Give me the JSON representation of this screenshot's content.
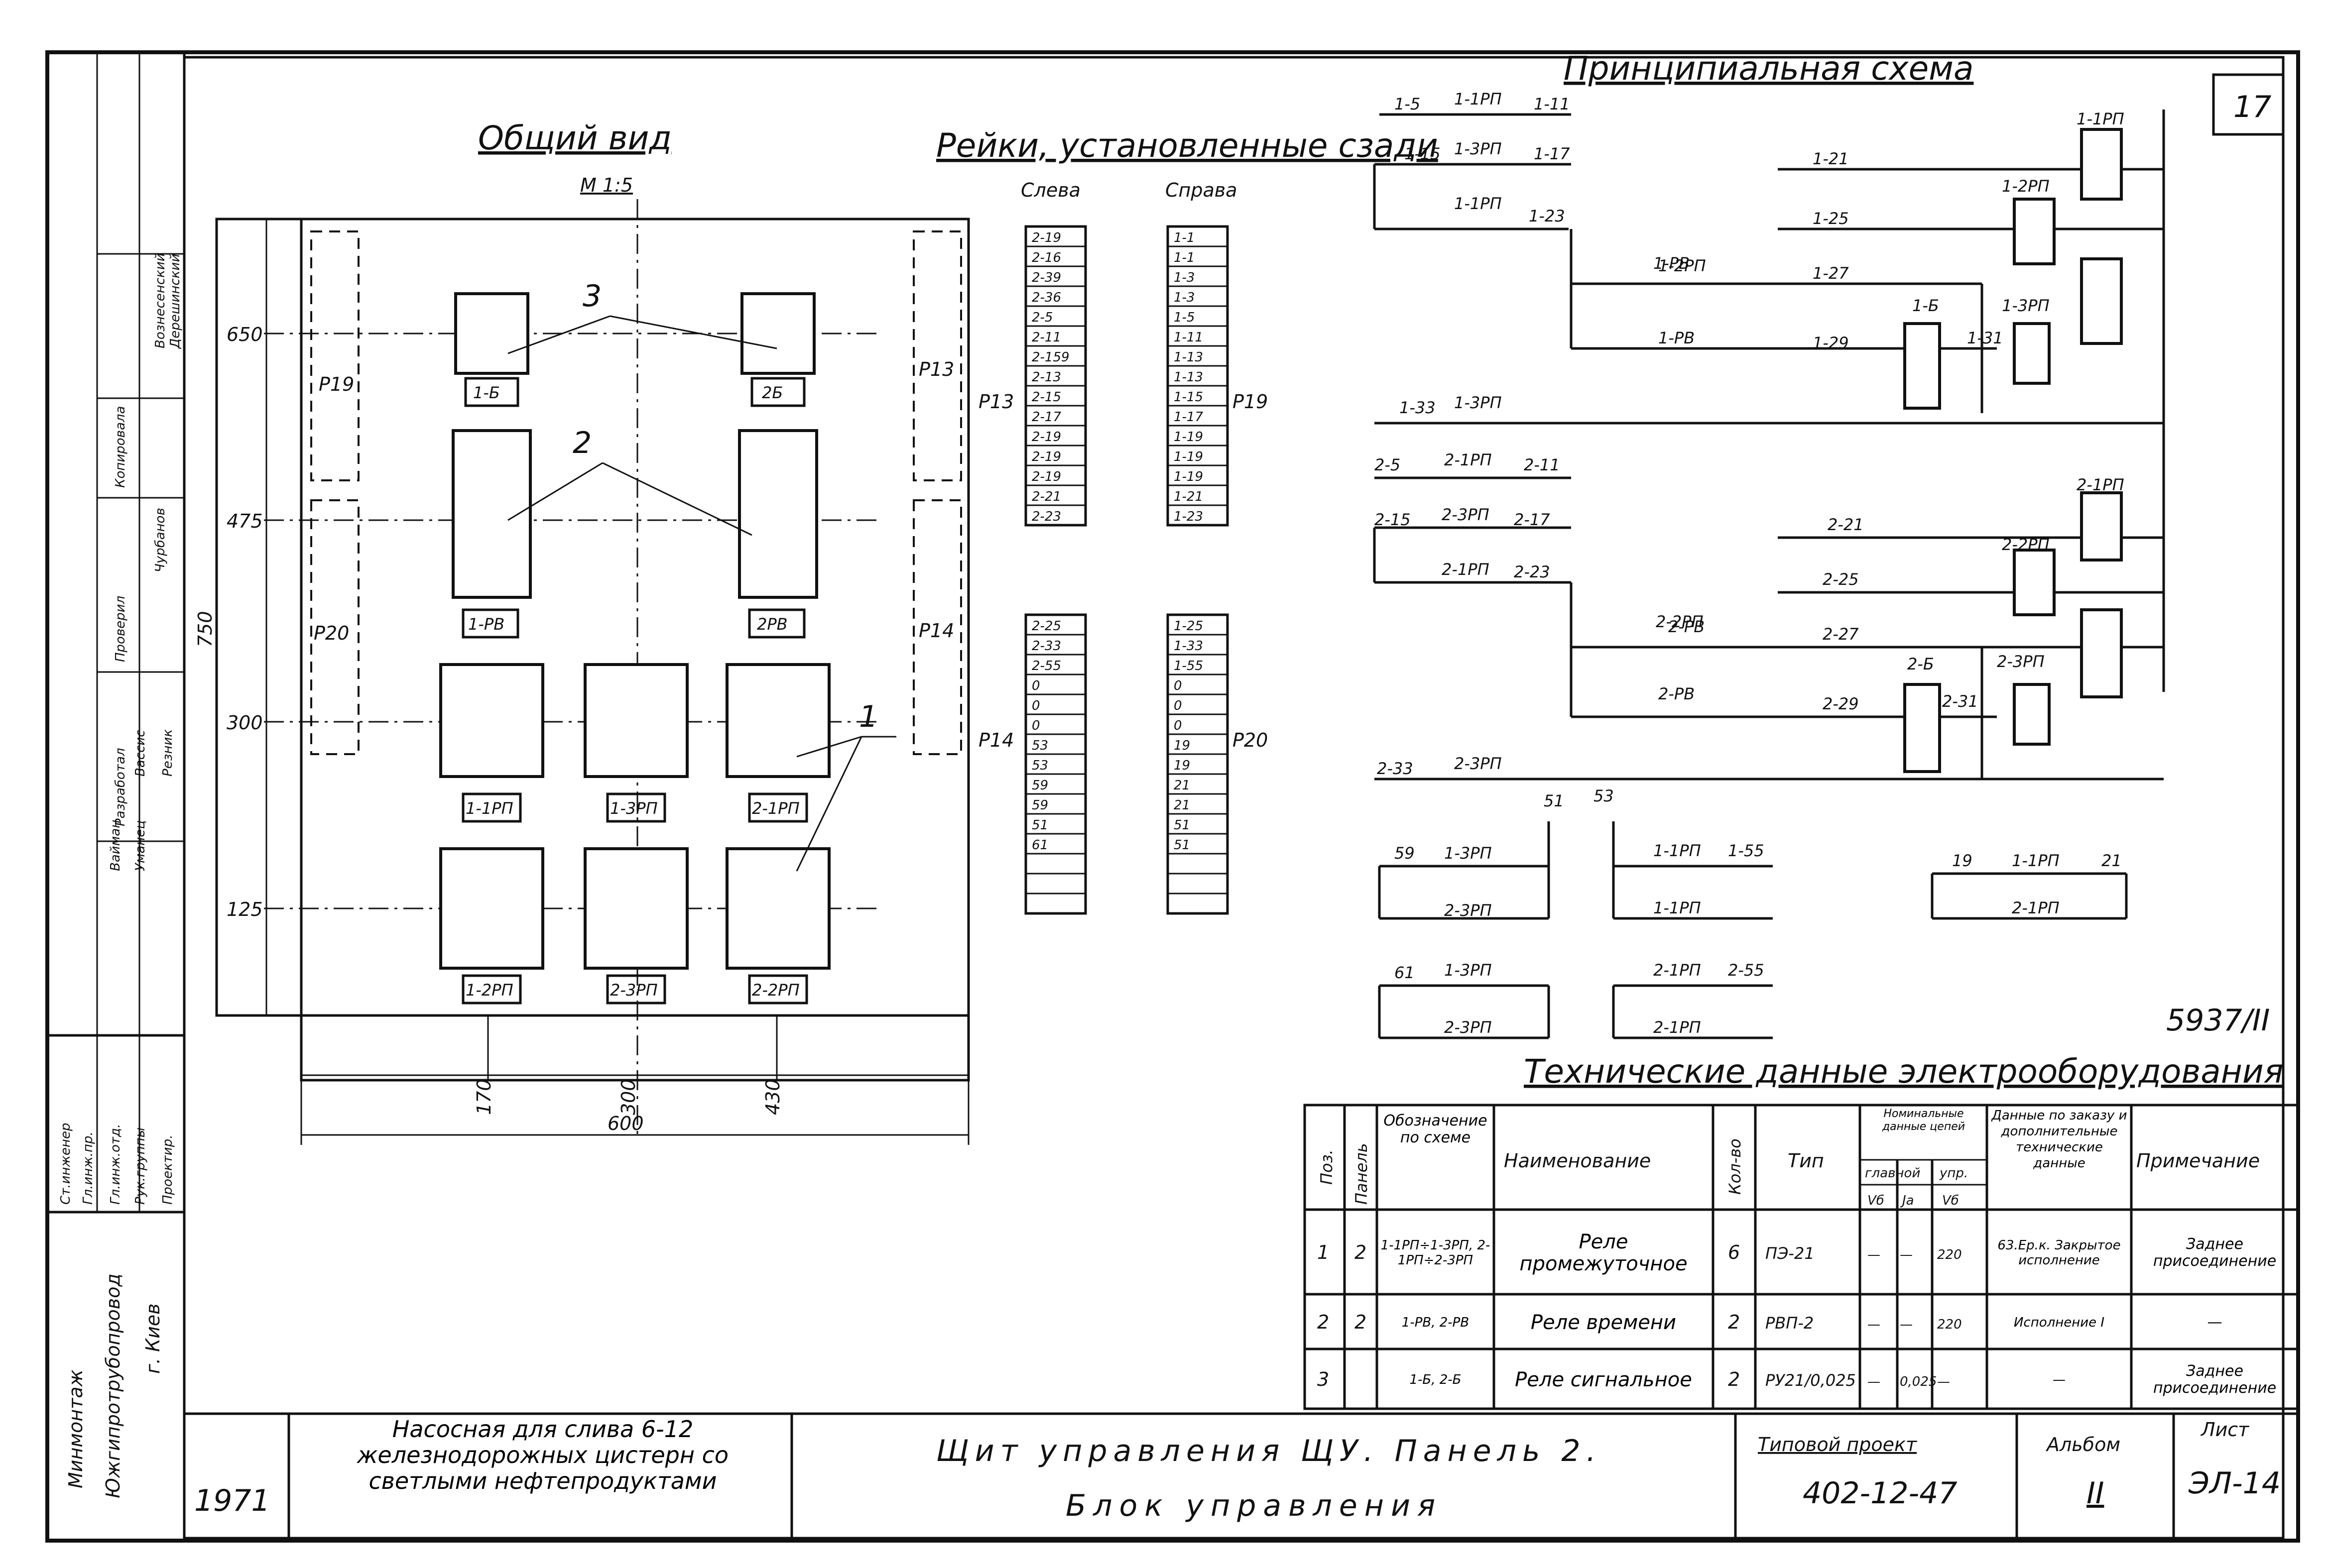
{
  "sheet_number": "17",
  "stamp": "5937/II",
  "general_view": {
    "title": "Общий вид",
    "scale": "М 1:5",
    "dims": {
      "h650": "650",
      "h475": "475",
      "h300": "300",
      "h125": "125",
      "h750": "750",
      "w170": "170",
      "w300": "300",
      "w430": "430",
      "w600": "600"
    },
    "callouts": [
      "1",
      "2",
      "3"
    ],
    "rails": {
      "p19": "Р19",
      "p20": "Р20",
      "p13": "Р13",
      "p14": "Р14"
    },
    "devices": [
      "1-Б",
      "2Б",
      "1-РВ",
      "2РВ",
      "1-1РП",
      "1-3РП",
      "2-1РП",
      "1-2РП",
      "2-3РП",
      "2-2РП"
    ]
  },
  "rails_view": {
    "title": "Рейки, установленные сзади",
    "left_label": "Слева",
    "right_label": "Справа",
    "p13": "Р13",
    "p19": "Р19",
    "p14": "Р14",
    "p20": "Р20",
    "left_top": [
      "2-19",
      "2-16",
      "2-39",
      "2-36",
      "2-5",
      "2-11",
      "2-159",
      "2-13",
      "2-15",
      "2-17",
      "2-19",
      "2-19",
      "2-19",
      "2-21",
      "2-23"
    ],
    "right_top": [
      "1-1",
      "1-1",
      "1-3",
      "1-3",
      "1-5",
      "1-11",
      "1-13",
      "1-13",
      "1-15",
      "1-17",
      "1-19",
      "1-19",
      "1-19",
      "1-21",
      "1-23"
    ],
    "left_bottom": [
      "2-25",
      "2-33",
      "2-55",
      "0",
      "0",
      "0",
      "53",
      "53",
      "59",
      "59",
      "51",
      "61",
      "",
      "",
      ""
    ],
    "right_bottom": [
      "1-25",
      "1-33",
      "1-55",
      "0",
      "0",
      "0",
      "19",
      "19",
      "21",
      "21",
      "51",
      "51",
      "",
      "",
      ""
    ]
  },
  "schematic": {
    "title": "Принципиальная схема",
    "labels": {
      "a": "1-5",
      "b": "1-1РП",
      "c": "1-11",
      "d": "1-15",
      "e": "1-3РП",
      "f": "1-17",
      "g": "1-1РП",
      "h": "1-23",
      "i": "1-21",
      "j": "1-1РП",
      "k": "1-25",
      "l": "1-2РП",
      "m": "1-РВ",
      "n": "1-2РП",
      "o": "1-27",
      "p": "1-Б",
      "q": "1-3РП",
      "r": "1-РВ",
      "s": "1-29",
      "t": "1-31",
      "u": "1-33",
      "v": "1-3РП",
      "w": "2-5",
      "x": "2-1РП",
      "y": "2-11",
      "z": "2-15",
      "aa": "2-3РП",
      "ab": "2-17",
      "ac": "2-1РП",
      "ad": "2-23",
      "ae": "2-21",
      "af": "2-1РП",
      "ag": "2-25",
      "ah": "2-2РП",
      "ai": "2-РВ",
      "aj": "2-2РП",
      "ak": "2-27",
      "al": "2-Б",
      "am": "2-3РП",
      "an": "2-РВ",
      "ao": "2-29",
      "ap": "2-31",
      "aq": "2-33",
      "ar": "2-3РП",
      "as": "59",
      "at": "1-3РП",
      "au": "51",
      "av": "53",
      "aw": "1-1РП",
      "ax": "1-55",
      "ay": "2-3РП",
      "az": "1-1РП",
      "ba": "19",
      "bb": "1-1РП",
      "bc": "21",
      "bd": "2-1РП",
      "be": "61",
      "bf": "1-3РП",
      "bg": "2-1РП",
      "bh": "2-55",
      "bi": "2-3РП",
      "bj": "2-1РП"
    }
  },
  "tech_table": {
    "title": "Технические данные электрооборудования",
    "headers": {
      "pos": "Поз.",
      "panel": "Панель",
      "designation": "Обозначение по схеме",
      "name": "Наименование",
      "qty": "Кол-во",
      "type": "Тип",
      "nominal": "Номинальные данные цепей",
      "main": "главной",
      "ctrl": "упр.",
      "vb": "Vб",
      "ja": "Jа",
      "vb2": "Vб",
      "order": "Данные по заказу и дополнительные технические данные",
      "note": "Примечание"
    },
    "rows": [
      {
        "pos": "1",
        "panel": "2",
        "designation": "1-1РП÷1-3РП, 2-1РП÷2-3РП",
        "name": "Реле промежуточное",
        "qty": "6",
        "type": "ПЭ-21",
        "v1": "—",
        "j1": "—",
        "v2": "220",
        "order": "63.Ep.к. Закрытое исполнение",
        "note": "Заднее присоединение"
      },
      {
        "pos": "2",
        "panel": "2",
        "designation": "1-РВ, 2-РВ",
        "name": "Реле времени",
        "qty": "2",
        "type": "РВП-2",
        "v1": "—",
        "j1": "—",
        "v2": "220",
        "order": "Исполнение I",
        "note": "—"
      },
      {
        "pos": "3",
        "panel": "",
        "designation": "1-Б, 2-Б",
        "name": "Реле сигнальное",
        "qty": "2",
        "type": "РУ21/0,025",
        "v1": "—",
        "j1": "0,025",
        "v2": "—",
        "order": "—",
        "note": "Заднее присоединение"
      }
    ]
  },
  "left_block": {
    "roles": [
      "Ст.инженер",
      "Гл.инж.пр.",
      "Гл.инж.отд.",
      "Рук.группы",
      "Проектир."
    ],
    "names": [
      "Вознесенский",
      "Дерешинский",
      "Чурбанов",
      "Уманец",
      "Вайман",
      "Вассис",
      "Резник"
    ],
    "checks": [
      "Разработал",
      "Проверил",
      "Копировала"
    ],
    "org": [
      "Минмонтаж",
      "Южгипротрубопровод",
      "г. Киев"
    ]
  },
  "title_block": {
    "year": "1971",
    "project_name": "Насосная для слива 6-12 железнодорожных цистерн со светлыми нефтепродуктами",
    "drawing_title_1": "Щит управления ЩУ. Панель 2.",
    "drawing_title_2": "Блок управления",
    "typical_project_label": "Типовой проект",
    "typical_project_number": "402-12-47",
    "album_label": "Альбом",
    "album_number": "II",
    "sheet_label": "Лист",
    "sheet_code": "ЭЛ-14"
  }
}
